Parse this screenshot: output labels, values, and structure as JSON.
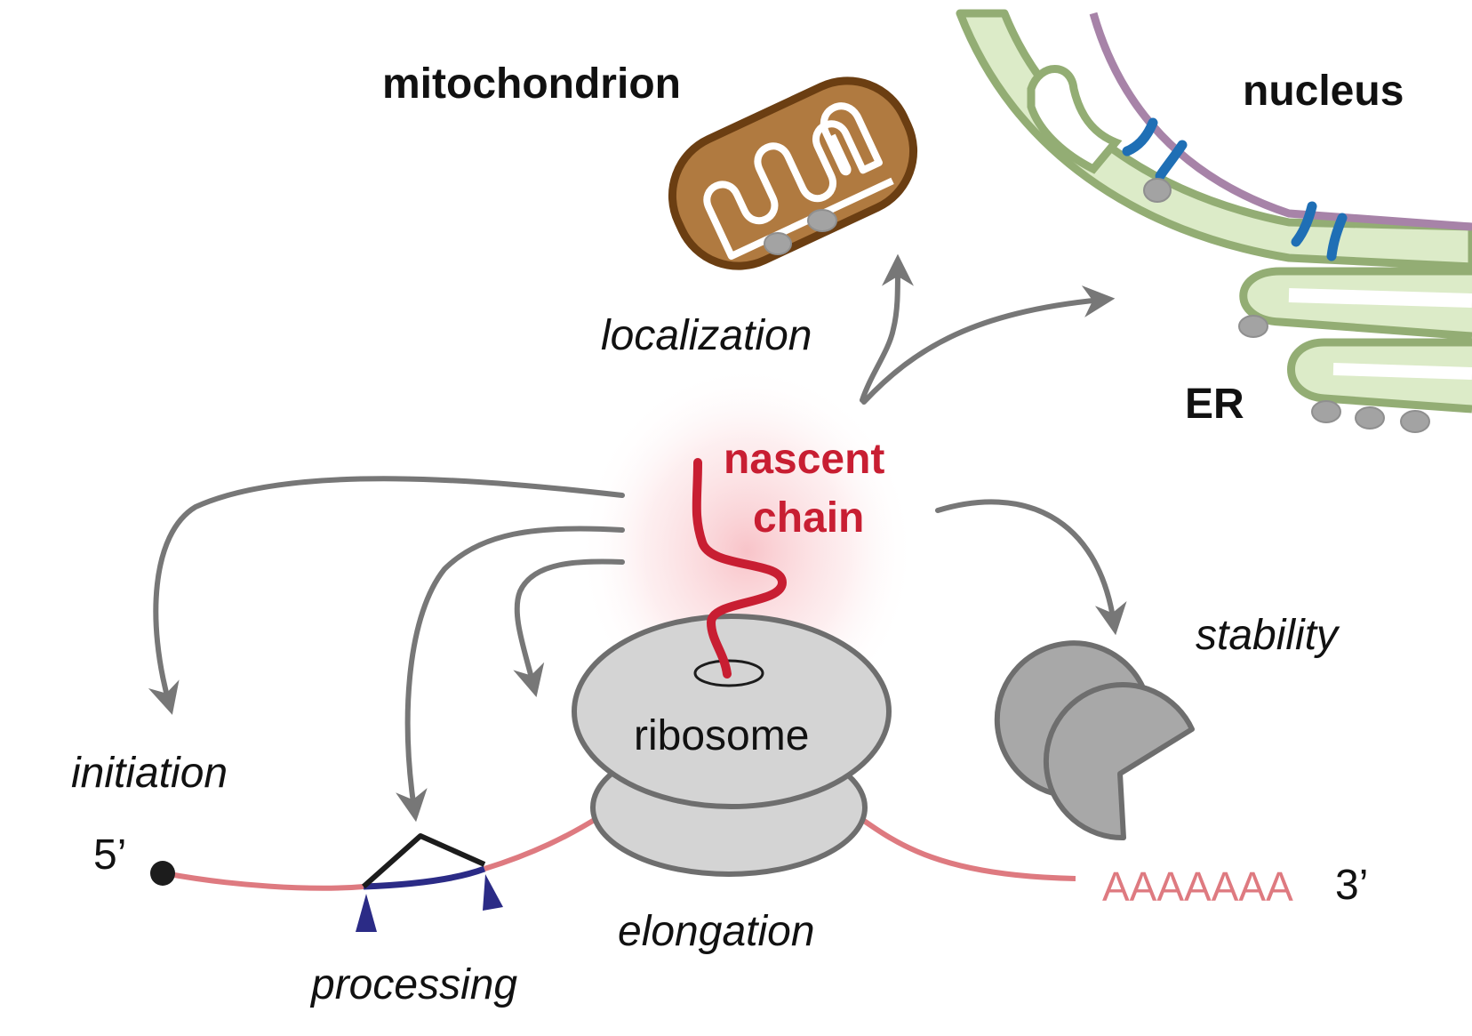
{
  "organelles": {
    "mitochondrion": "mitochondrion",
    "nucleus": "nucleus",
    "er": "ER"
  },
  "nascent_chain": {
    "line1": "nascent",
    "line2": "chain"
  },
  "ribosome": "ribosome",
  "processes": {
    "localization": "localization",
    "stability": "stability",
    "initiation": "initiation",
    "processing": "processing",
    "elongation": "elongation"
  },
  "mrna": {
    "five_prime": "5’",
    "three_prime": "3’",
    "poly_a": "AAAAAAA"
  },
  "colors": {
    "arrow": "#777777",
    "nascent_chain": "#c81e32",
    "mrna": "#de7a80",
    "intron": "#2b2b86",
    "mito_fill": "#b07a40",
    "mito_outline": "#6b3e12",
    "er_fill": "#dcebc8",
    "er_outline": "#93ad74",
    "nuclear_envelope": "#a783a8",
    "nuclear_pore": "#1f6fb5",
    "ribosome_fill": "#d4d4d4",
    "ribosome_outline": "#6e6e6e",
    "degrader_fill": "#a8a8a8"
  }
}
